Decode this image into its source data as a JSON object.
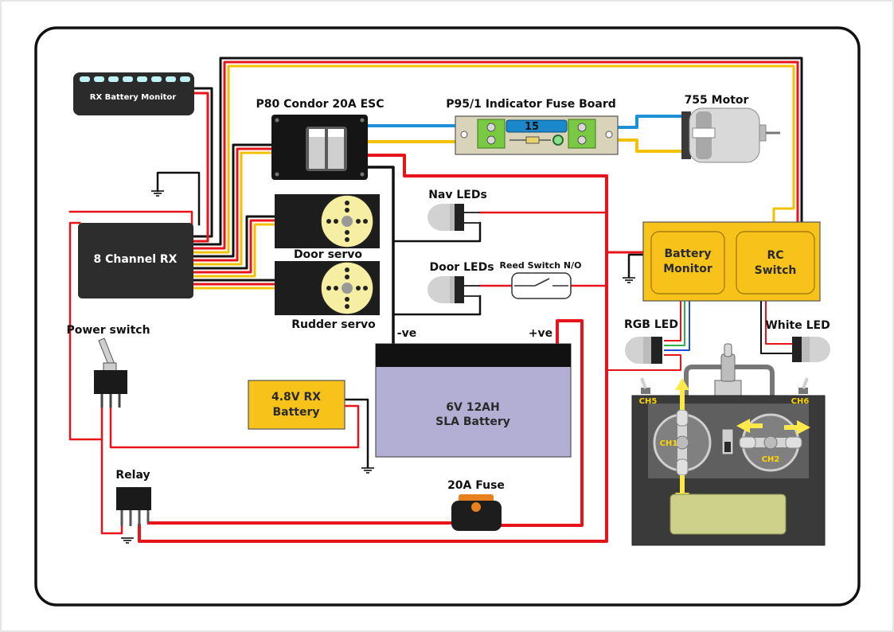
{
  "labels": {
    "rx_battery_monitor": "RX Battery Monitor",
    "esc": "P80 Condor 20A ESC",
    "fuse_board": "P95/1 Indicator Fuse Board",
    "fuse_board_value": "15",
    "motor": "755 Motor",
    "rx": "8 Channel RX",
    "door_servo": "Door servo",
    "rudder_servo": "Rudder servo",
    "nav_leds": "Nav LEDs",
    "door_leds": "Door LEDs",
    "reed_switch": "Reed Switch N/O",
    "battery_monitor_line1": "Battery",
    "battery_monitor_line2": "Monitor",
    "rc_switch_line1": "RC",
    "rc_switch_line2": "Switch",
    "rgb_led": "RGB LED",
    "white_led": "White LED",
    "power_switch": "Power switch",
    "rx_battery_line1": "4.8V RX",
    "rx_battery_line2": "Battery",
    "sla_line1": "6V 12AH",
    "sla_line2": "SLA Battery",
    "neg": "-ve",
    "pos": "+ve",
    "relay": "Relay",
    "main_fuse": "20A Fuse",
    "ch1": "CH1",
    "ch2": "CH2",
    "ch5": "CH5",
    "ch6": "CH6"
  },
  "colors": {
    "wire_red": "#e8141b",
    "wire_black": "#111111",
    "wire_yellow": "#f2c200",
    "wire_blue": "#1e90d8",
    "module_yellow": "#f7c31a",
    "sla_body": "#b3aed3",
    "led_grey": "#cfcfcf"
  }
}
